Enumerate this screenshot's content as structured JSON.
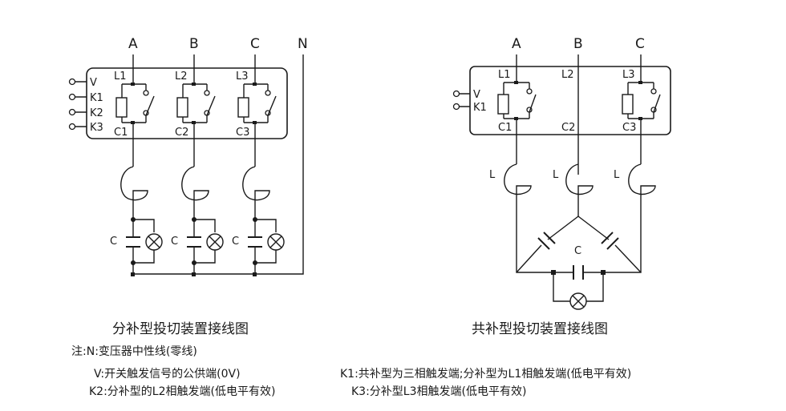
{
  "left_diagram": {
    "phases": [
      "A",
      "B",
      "C",
      "N"
    ],
    "controls": [
      "V",
      "K1",
      "K2",
      "K3"
    ],
    "top_labels": [
      "L1",
      "L2",
      "L3"
    ],
    "bottom_labels": [
      "C1",
      "C2",
      "C3"
    ],
    "cap_label": "C",
    "caption": "分补型投切装置接线图"
  },
  "right_diagram": {
    "phases": [
      "A",
      "B",
      "C"
    ],
    "controls": [
      "V",
      "K1"
    ],
    "top_labels": [
      "L1",
      "L2",
      "L3"
    ],
    "bottom_labels": [
      "C1",
      "C2",
      "C3"
    ],
    "inductor_label": "L",
    "cap_label": "C",
    "caption": "共补型投切装置接线图"
  },
  "notes": {
    "n": "注:N:变压器中性线(零线)",
    "v": "V:开关触发信号的公供端(0V)",
    "k1": "K1:共补型为三相触发端;分补型为L1相触发端(低电平有效)",
    "k2": "K2:分补型的L2相触发端(低电平有效)",
    "k3": "K3:分补型L3相触发端(低电平有效)"
  }
}
